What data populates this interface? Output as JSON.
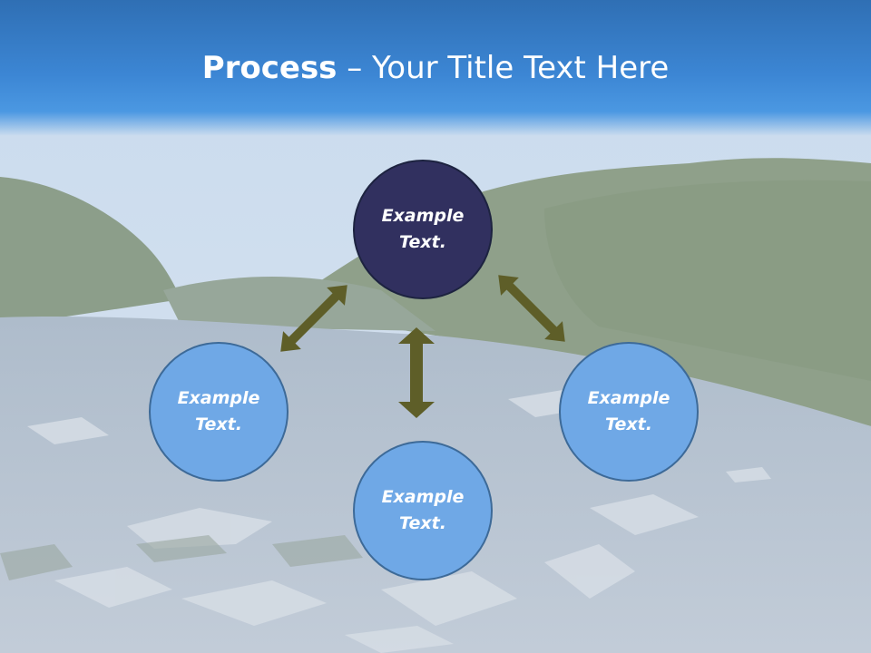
{
  "title": {
    "bold": "Process",
    "rest": " – Your Title Text Here"
  },
  "nodes": {
    "top": {
      "label": "Example Text."
    },
    "left": {
      "label": "Example Text."
    },
    "right": {
      "label": "Example Text."
    },
    "bottom": {
      "label": "Example Text."
    }
  },
  "colors": {
    "header_blue": "#3c86d4",
    "node_dark": "#31305f",
    "node_light": "#6fa8e6",
    "arrow": "#5e5e28"
  }
}
